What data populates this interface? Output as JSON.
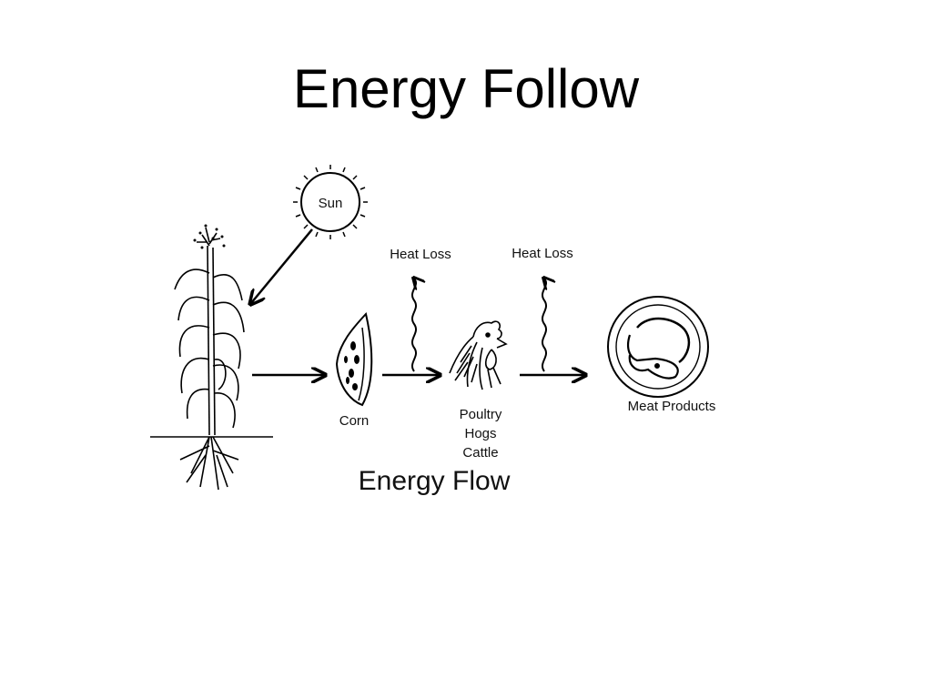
{
  "slide": {
    "title": "Energy Follow"
  },
  "diagram": {
    "sun_label": "Sun",
    "corn_label": "Corn",
    "heat_loss_1": "Heat Loss",
    "heat_loss_2": "Heat Loss",
    "animals": [
      "Poultry",
      "Hogs",
      "Cattle"
    ],
    "meat_label": "Meat Products",
    "caption": "Energy Flow",
    "icons": [
      "sun-icon",
      "corn-plant-icon",
      "corn-kernel-icon",
      "rooster-icon",
      "meat-plate-icon",
      "wavy-arrow-icon",
      "arrow-icon"
    ]
  }
}
